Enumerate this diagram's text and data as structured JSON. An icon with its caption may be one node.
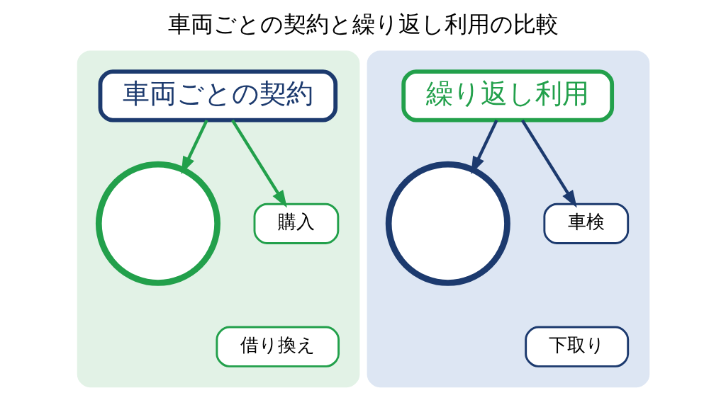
{
  "diagram": {
    "title": "車両ごとの契約と繰り返し利用の比較",
    "nodes": [
      {
        "text": [],
        "shape": "box"
      },
      {
        "text": [
          "車両ごとの契約"
        ],
        "in": 0
      },
      {
        "text": [],
        "shape": "circle",
        "in": 0
      },
      {
        "text": [
          "購入"
        ],
        "in": 0
      },
      {
        "text": [
          "借り換え"
        ],
        "in": 0
      },
      {
        "text": [],
        "shape": "box"
      },
      {
        "text": [
          "繰り返し利用"
        ],
        "in": 5
      },
      {
        "text": [],
        "shape": "circle",
        "in": 5
      },
      {
        "text": [
          "車検"
        ],
        "in": 5
      },
      {
        "text": [
          "下取り"
        ],
        "in": 5
      }
    ],
    "edges": [
      {
        "from": 1,
        "to": 2,
        "arrow": "to",
        "color": "#22a04b"
      },
      {
        "from": 1,
        "to": 3,
        "arrow": "to",
        "color": "#22a04b"
      },
      {
        "from": 6,
        "to": 7,
        "arrow": "to",
        "color": "#1c3a6e"
      },
      {
        "from": 6,
        "to": 8,
        "arrow": "to",
        "color": "#1c3a6e"
      }
    ]
  }
}
